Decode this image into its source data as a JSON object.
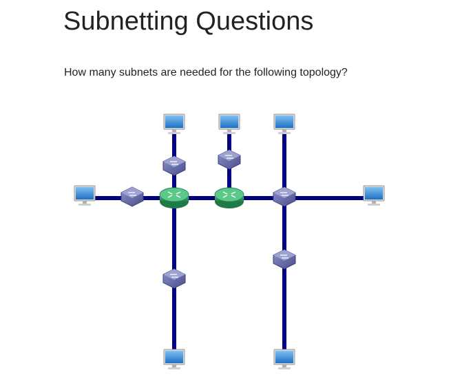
{
  "page": {
    "title": "Subnetting Questions",
    "question": "How many subnets are needed for the following topology?"
  },
  "topology": {
    "link_color": "#000080",
    "router_color": "#2e9e5b",
    "switch_color": "#6a6fa8",
    "pc_screen_color": "#3a86d4",
    "nodes": [
      {
        "name": "pc-left",
        "kind": "pc"
      },
      {
        "name": "pc-right",
        "kind": "pc"
      },
      {
        "name": "pc-top-1",
        "kind": "pc"
      },
      {
        "name": "pc-top-2",
        "kind": "pc"
      },
      {
        "name": "pc-top-3",
        "kind": "pc"
      },
      {
        "name": "pc-bottom-1",
        "kind": "pc"
      },
      {
        "name": "pc-bottom-2",
        "kind": "pc"
      },
      {
        "name": "switch-left",
        "kind": "switch"
      },
      {
        "name": "switch-top-1",
        "kind": "switch"
      },
      {
        "name": "switch-top-2",
        "kind": "switch"
      },
      {
        "name": "switch-center-right",
        "kind": "switch"
      },
      {
        "name": "switch-bottom-1",
        "kind": "switch"
      },
      {
        "name": "switch-bottom-2",
        "kind": "switch"
      },
      {
        "name": "router-1",
        "kind": "router"
      },
      {
        "name": "router-2",
        "kind": "router"
      }
    ]
  }
}
